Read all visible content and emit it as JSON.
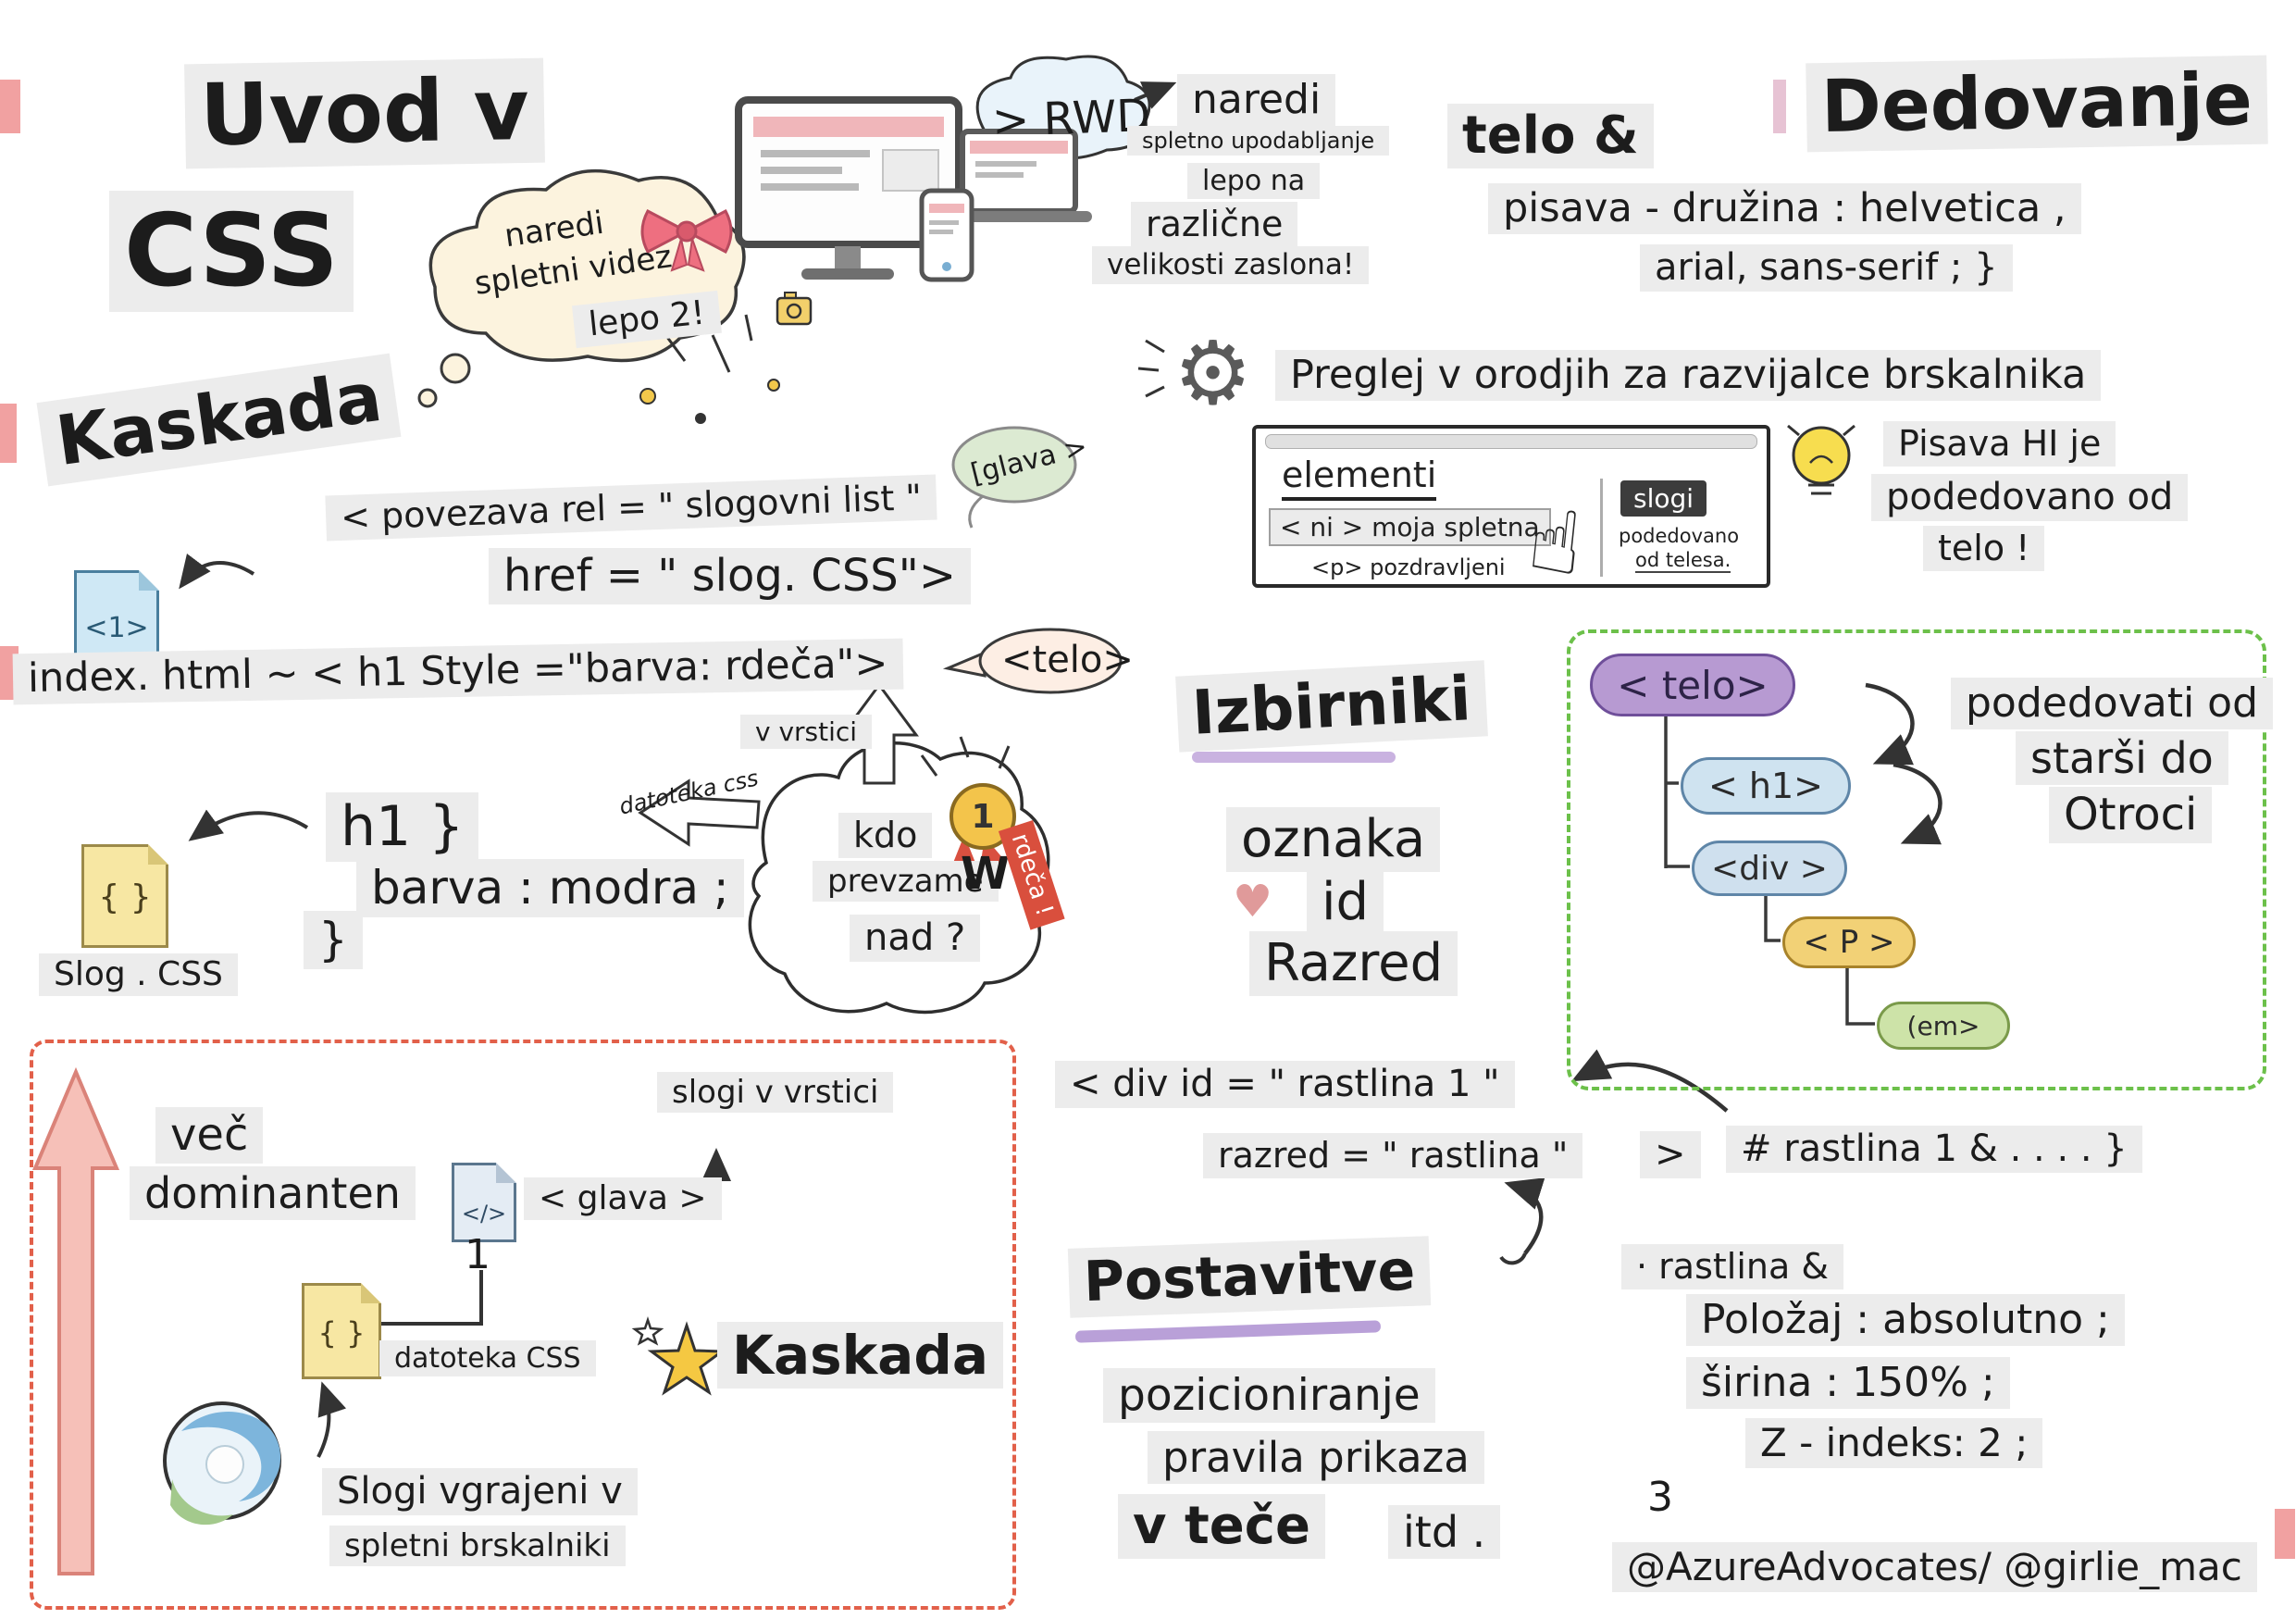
{
  "colors": {
    "highlight": "#ececec",
    "red_dashed": "#e2604a",
    "green_dashed": "#6cc04a",
    "purple_pill": "#b79ad2",
    "blue_pill": "#cfe3f0",
    "yellow_pill": "#f2d176",
    "green_pill": "#cde3a8",
    "accent_red": "#d94f3d",
    "underline_purple": "#b9a0d8"
  },
  "icons": {
    "gear": "⚙",
    "hand": "☝",
    "heart": "♥"
  },
  "title": {
    "uvod": "Uvod v",
    "css": "CSS"
  },
  "intro": {
    "thought1": "naredi",
    "thought2": "spletni videz",
    "thought3": "lepo 2!",
    "rwd": "> RWD",
    "note1": "naredi",
    "note2": "spletno upodabljanje",
    "note3": "lepo na",
    "note4": "različne",
    "note5": "velikosti zaslona!"
  },
  "dedovanje": {
    "heading": "Dedovanje",
    "telo": "telo &",
    "code1": "pisava - družina : helvetica ,",
    "code2": "arial, sans-serif ; }",
    "tip": "Preglej v orodjih za razvijalce brskalnika",
    "bulb1": "Pisava HI je",
    "bulb2": "podedovano od",
    "bulb3": "telo !"
  },
  "devtools": {
    "tab": "elementi",
    "html1": "< ni > moja spletna",
    "html2": "<p> pozdravljeni",
    "badge": "slogi",
    "inh1": "podedovano",
    "inh2": "od telesa."
  },
  "kaskada": {
    "heading": "Kaskada",
    "link1": "< povezava rel = \" slogovni list \"",
    "link2": "href = \" slog. CSS\">",
    "doc": "<1>",
    "inline": "index. html ~ < h1 Style =\"barva: rdeča\">",
    "glava": "[glava >",
    "telo": "<telo>",
    "v_vrstici": "v vrstici",
    "datoteka": "datoteka css",
    "kdo": "kdo",
    "prevzame": "prevzame",
    "w": "W",
    "nad": "nad ?",
    "medal": "1",
    "ribbon": "rdeča !",
    "brace": "{ }",
    "file": "Slog . CSS",
    "rule1": "h1 }",
    "rule2": "barva : modra ;",
    "rule3": "}"
  },
  "izbirniki": {
    "heading": "Izbirniki",
    "oznaka": "oznaka",
    "id": "id",
    "razred": "Razred",
    "div_id": "< div id = \" rastlina 1 \"",
    "razred_attr": "razred = \" rastlina \"",
    "gt": ">",
    "rule": "# rastlina 1 & . . . . }"
  },
  "tree": {
    "telo": "< telo>",
    "h1": "< h1>",
    "div": "<div >",
    "p": "< P >",
    "em": "(em>",
    "note1": "podedovati od",
    "note2": "starši do",
    "note3": "Otroci"
  },
  "box": {
    "vec": "več",
    "dom": "dominanten",
    "inline": "slogi v vrstici",
    "code": "</>",
    "glava": "< glava >",
    "one": "1",
    "brace": "{ }",
    "file": "datoteka CSS",
    "kaskada": "Kaskada",
    "b1": "Slogi vgrajeni v",
    "b2": "spletni brskalniki"
  },
  "postavitve": {
    "heading": "Postavitve",
    "p1": "pozicioniranje",
    "p2": "pravila prikaza",
    "p3": "v teče",
    "p4": "itd .",
    "r0": "· rastlina &",
    "r1": "Položaj : absolutno ;",
    "r2": "širina : 150% ;",
    "r3": "Z - indeks: 2 ;",
    "r4": "3"
  },
  "footer": {
    "credit": "@AzureAdvocates/ @girlie_mac"
  }
}
